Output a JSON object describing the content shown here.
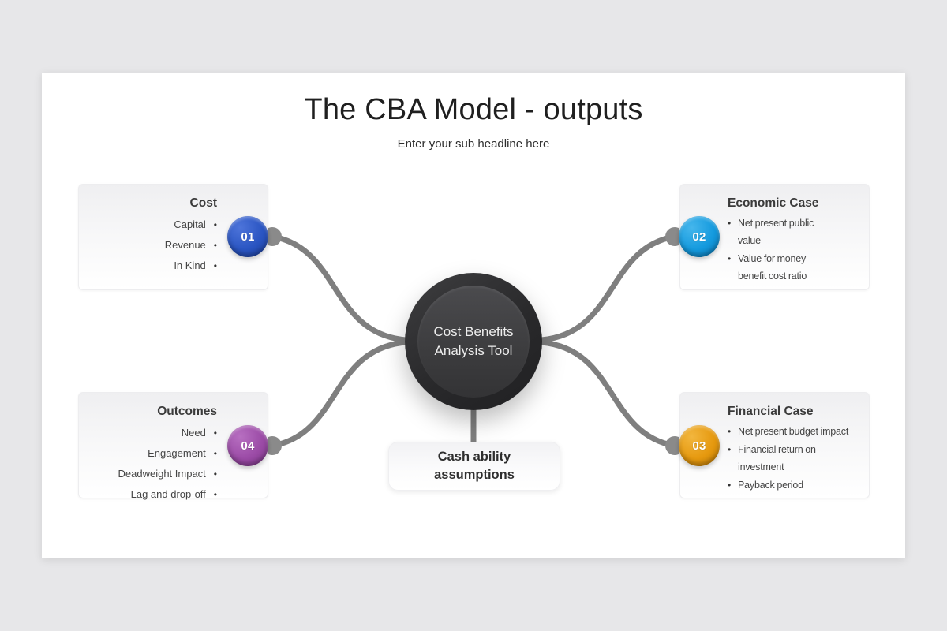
{
  "header": {
    "title": "The CBA Model - outputs",
    "subtitle": "Enter your sub headline here"
  },
  "center_node": {
    "label": "Cost Benefits\nAnalysis Tool"
  },
  "assumption_box": {
    "label": "Cash ability\nassumptions"
  },
  "connector_color": "#7f7f7f",
  "nodes": [
    {
      "number": "01",
      "base": "#2a55c2",
      "highlight": "#4d74da",
      "dark": "#1d3f9e"
    },
    {
      "number": "02",
      "base": "#149ade",
      "highlight": "#45b6ec",
      "dark": "#0b76b4"
    },
    {
      "number": "03",
      "base": "#e6990f",
      "highlight": "#f2b63e",
      "dark": "#bf7c06"
    },
    {
      "number": "04",
      "base": "#9b4ba6",
      "highlight": "#b76fc1",
      "dark": "#7c3687"
    }
  ],
  "cards": {
    "cost": {
      "title": "Cost",
      "items": [
        "Capital",
        "Revenue",
        "In Kind"
      ]
    },
    "economic": {
      "title": "Economic Case",
      "items": [
        "Net present public\nvalue",
        "Value for money\nbenefit cost ratio"
      ]
    },
    "financial": {
      "title": "Financial Case",
      "items": [
        "Net present budget impact",
        "Financial return on\ninvestment",
        "Payback period"
      ]
    },
    "outcomes": {
      "title": "Outcomes",
      "items": [
        "Need",
        "Engagement",
        "Deadweight Impact",
        "Lag and drop-off"
      ]
    }
  }
}
